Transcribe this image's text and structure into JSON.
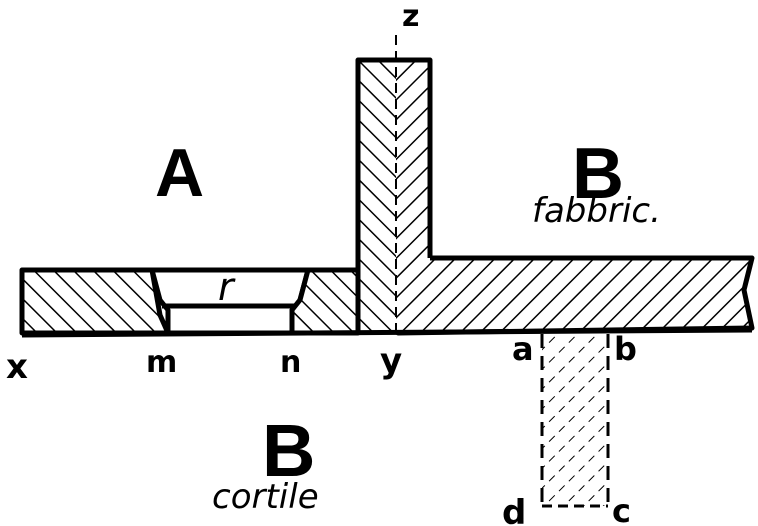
{
  "labels": {
    "region_a": "A",
    "region_b_top": "B",
    "region_b_bottom": "B",
    "fabbric": "fabbric.",
    "cortile": "cortile",
    "x": "x",
    "m": "m",
    "n": "n",
    "y": "y",
    "a": "a",
    "b": "b",
    "c": "c",
    "d": "d",
    "z": "z",
    "r": "r"
  },
  "colors": {
    "ink": "#000000",
    "paper": "#ffffff"
  }
}
